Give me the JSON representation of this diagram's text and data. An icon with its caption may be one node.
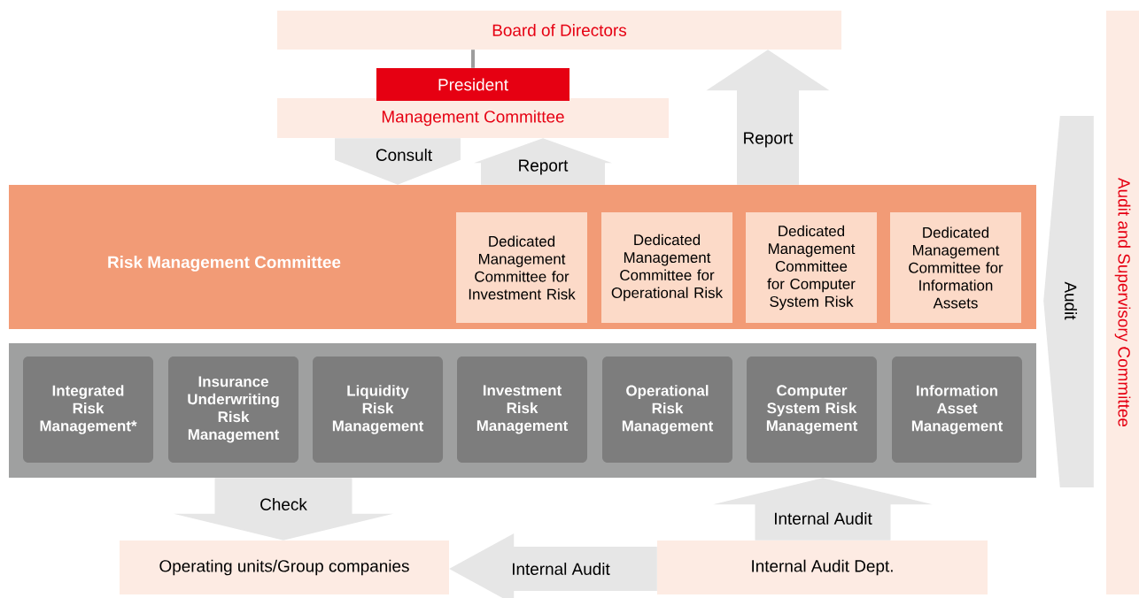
{
  "diagram": {
    "nodes": [
      {
        "text": [
          "Board of Directors"
        ]
      },
      {
        "text": [
          "President"
        ]
      },
      {
        "text": [
          "Management Committee"
        ]
      },
      {
        "text": [
          "Risk Management Committee"
        ]
      },
      {
        "text": [
          "Dedicated Management Committee for Investment Risk"
        ],
        "in": 3
      },
      {
        "text": [
          "Dedicated Management Committee for Operational Risk"
        ],
        "in": 3
      },
      {
        "text": [
          "Dedicated Management Committee for Computer System Risk"
        ],
        "in": 3
      },
      {
        "text": [
          "Dedicated Management Committee for Information Assets"
        ],
        "in": 3
      },
      {
        "text": [],
        "shape": "box"
      },
      {
        "text": [
          "Integrated Risk Management*"
        ],
        "in": 8
      },
      {
        "text": [
          "Insurance Underwriting Risk Management"
        ],
        "in": 8
      },
      {
        "text": [
          "Liquidity Risk Management"
        ],
        "in": 8
      },
      {
        "text": [
          "Investment Risk Management"
        ],
        "in": 8
      },
      {
        "text": [
          "Operational Risk Management"
        ],
        "in": 8
      },
      {
        "text": [
          "Computer System Risk Management"
        ],
        "in": 8
      },
      {
        "text": [
          "Information Asset Management"
        ],
        "in": 8
      },
      {
        "text": [
          "Operating units/Group companies"
        ]
      },
      {
        "text": [
          "Internal Audit Dept."
        ]
      },
      {
        "text": [
          "Audit and Supervisory Committee"
        ]
      }
    ],
    "edges": [
      {
        "from": 0,
        "to": 1,
        "arrow": "none",
        "color": "#9d9d9d"
      },
      {
        "from": 2,
        "to": 3,
        "arrow": "to",
        "label": "Consult"
      },
      {
        "from": 3,
        "to": 2,
        "arrow": "to",
        "label": "Report"
      },
      {
        "from": 3,
        "to": 0,
        "arrow": "to",
        "label": "Report"
      },
      {
        "from": 18,
        "to": 3,
        "arrow": "to",
        "label": "Audit"
      },
      {
        "from": 8,
        "to": 16,
        "arrow": "to",
        "label": "Check"
      },
      {
        "from": 17,
        "to": 8,
        "arrow": "to",
        "label": "Internal Audit"
      },
      {
        "from": 17,
        "to": 16,
        "arrow": "to",
        "label": "Internal Audit"
      }
    ]
  }
}
